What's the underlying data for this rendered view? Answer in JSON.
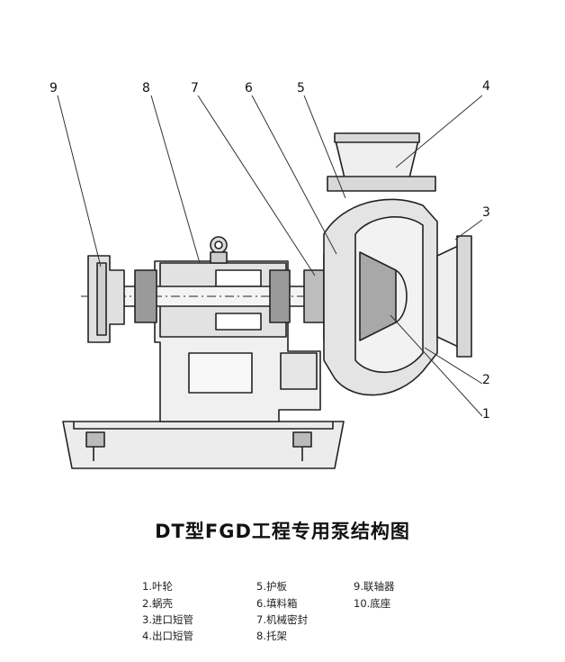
{
  "title": "DT型FGD工程专用泵结构图",
  "callouts": [
    "9",
    "8",
    "7",
    "6",
    "5",
    "4",
    "3",
    "2",
    "1"
  ],
  "legend": [
    "1.叶轮",
    "2.蜗壳",
    "3.进口短管",
    "4.出口短管",
    "5.护板",
    "6.填料箱",
    "7.机械密封",
    "8.托架",
    "9.联轴器",
    "10.底座"
  ]
}
